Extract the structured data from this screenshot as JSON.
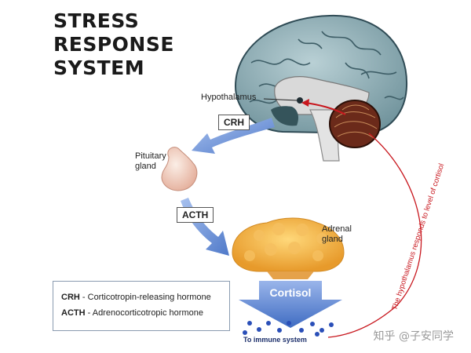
{
  "title_lines": [
    "STRESS",
    "RESPONSE",
    "SYSTEM"
  ],
  "labels": {
    "hypothalamus": "Hypothalamus",
    "pituitary_line1": "Pituitary",
    "pituitary_line2": "gland",
    "adrenal_line1": "Adrenal",
    "adrenal_line2": "gland",
    "crh": "CRH",
    "acth": "ACTH",
    "cortisol": "Cortisol",
    "immune": "To immune system",
    "feedback": "The hypothalamus responds to level of cortisol"
  },
  "legend": [
    {
      "abbr": "CRH",
      "text": " - Corticotropin-releasing hormone"
    },
    {
      "abbr": "ACTH",
      "text": " - Adrenocorticotropic hormone"
    }
  ],
  "watermark": "知乎 @子安同学",
  "colors": {
    "arrow_blue": "#6f95d6",
    "brain": "#8fb0b8",
    "cerebellum": "#6b2a1a",
    "adrenal": "#f1a73a",
    "pituitary": "#f1d3c4",
    "feedback": "#c8171e"
  }
}
